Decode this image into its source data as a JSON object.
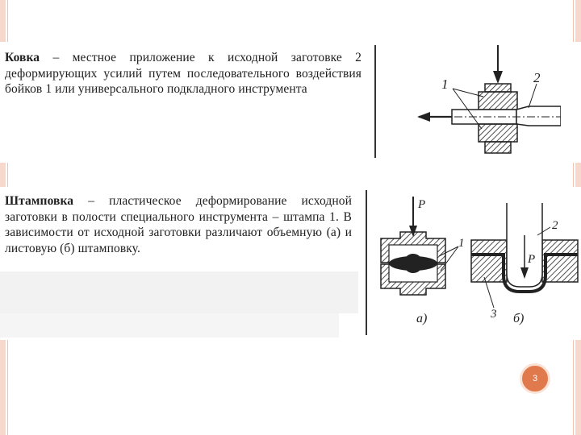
{
  "forging": {
    "term": "Ковка",
    "definition": " – местное приложение к исходной заготовке 2 деформирующих усилий путем последовательного воздействия бойков 1 или универсального подкладного инструмента",
    "labels": {
      "dies": "1",
      "blank": "2"
    }
  },
  "stamping": {
    "term": "Штамповка",
    "definition": " – пластическое деформирование исходной заготовки в полости специального инструмента – штампа 1. В зависимости от исходной заготовки различают объемную (а) и листовую (б) штамповку.",
    "labels": {
      "force_a": "P",
      "die_a": "1",
      "variant_a": "а)",
      "force_b": "P",
      "punch_b": "2",
      "die_b": "3",
      "variant_b": "б)"
    }
  },
  "slide_number": "3",
  "colors": {
    "accent": "#e07a4c",
    "frame": "#f6d9cc"
  }
}
